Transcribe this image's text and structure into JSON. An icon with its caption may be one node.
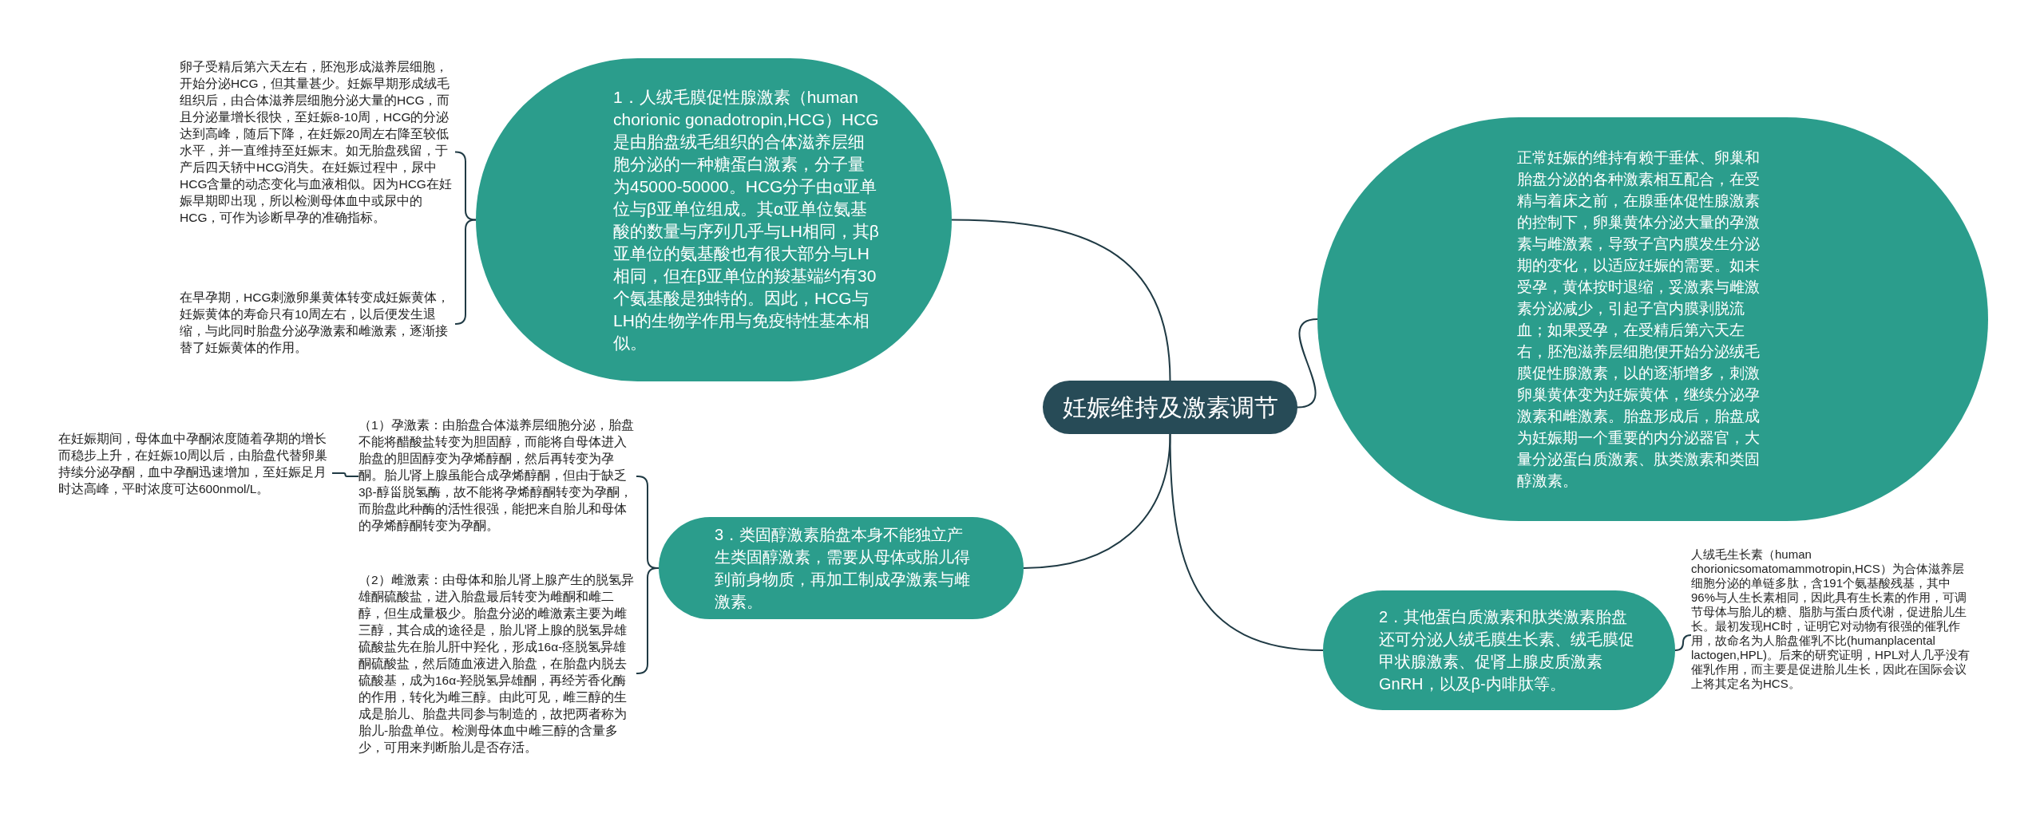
{
  "diagram": {
    "nodes": [
      {
        "text": [
          "妊娠维持及激素调节"
        ]
      },
      {
        "text": [
          "1．人绒毛膜促性腺激素（human chorionic gonadotropin,HCG）HCG是由胎盘绒毛组织的合体滋养层细胞分泌的一种糖蛋白激素，分子量为45000-50000。HCG分子由α亚单位与β亚单位组成。其α亚单位氨基酸的数量与序列几乎与LH相同，其β亚单位的氨基酸也有很大部分与LH相同，但在β亚单位的羧基端约有30个氨基酸是独特的。因此，HCG与LH的生物学作用与免疫特性基本相似。"
        ]
      },
      {
        "text": [
          "正常妊娠的维持有赖于垂体、卵巢和胎盘分泌的各种激素相互配合，在受精与着床之前，在腺垂体促性腺激素的控制下，卵巢黄体分泌大量的孕激素与雌激素，导致子宫内膜发生分泌期的变化，以适应妊娠的需要。如未受孕，黄体按时退缩，妥激素与雌激素分泌减少，引起子宫内膜剥脱流血；如果受孕，在受精后第六天左右，胚泡滋养层细胞便开始分泌绒毛膜促性腺激素，以的逐渐增多，刺激卵巢黄体变为妊娠黄体，继续分泌孕激素和雌激素。胎盘形成后，胎盘成为妊娠期一个重要的内分泌器官，大量分泌蛋白质激素、肽类激素和类固醇激素。"
        ]
      },
      {
        "text": [
          "2．其他蛋白质激素和肽类激素胎盘还可分泌人绒毛膜生长素、绒毛膜促甲状腺激素、促肾上腺皮质激素GnRH，以及β-内啡肽等。"
        ]
      },
      {
        "text": [
          "3．类固醇激素胎盘本身不能独立产生类固醇激素，需要从母体或胎儿得到前身物质，再加工制成孕激素与雌激素。"
        ]
      },
      {
        "text": [
          "卵子受精后第六天左右，胚泡形成滋养层细胞，开始分泌HCG，但其量甚少。妊娠早期形成绒毛组织后，由合体滋养层细胞分泌大量的HCG，而且分泌量增长很快，至妊娠8-10周，HCG的分泌达到高峰，随后下降，在妊娠20周左右降至较低水平，并一直维持至妊娠末。如无胎盘残留，于产后四天轿中HCG消失。在妊娠过程中，尿中HCG含量的动态变化与血液相似。因为HCG在妊娠早期即出现，所以检测母体血中或尿中的HCG，可作为诊断早孕的准确指标。"
        ]
      },
      {
        "text": [
          "在早孕期，HCG刺激卵巢黄体转变成妊娠黄体，妊娠黄体的寿命只有10周左右，以后便发生退缩，与此同时胎盘分泌孕激素和雌激素，逐渐接替了妊娠黄体的作用。"
        ]
      },
      {
        "text": [
          "人绒毛生长素（human chorionicsomatomammotropin,HCS）为合体滋养层细胞分泌的单链多肽，含191个氨基酸残基，其中96%与人生长素相同，因此具有生长素的作用，可调节母体与胎儿的糖、脂肪与蛋白质代谢，促进胎儿生长。最初发现HC时，证明它对动物有很强的催乳作用，故命名为人胎盘催乳不比(humanplacental lactogen,HPL)。后来的研究证明，HPL对人几乎没有催乳作用，而主要是促进胎儿生长，因此在国际会议上将其定名为HCS。"
        ]
      },
      {
        "text": [
          "（1）孕激素：由胎盘合体滋养层细胞分泌，胎盘不能将醋酸盐转变为胆固醇，而能将自母体进入胎盘的胆固醇变为孕烯醇酮，然后再转变为孕酮。胎儿肾上腺虽能合成孕烯醇酮，但由于缺乏3β-醇甾脱氢酶，故不能将孕烯醇酮转变为孕酮，而胎盘此种酶的活性很强，能把来自胎儿和母体的孕烯醇酮转变为孕酮。"
        ]
      },
      {
        "text": [
          "（2）雌激素：由母体和胎儿肾上腺产生的脱氢异雄酮硫酸盐，进入胎盘最后转变为雌酮和雌二醇，但生成量极少。胎盘分泌的雌激素主要为雌三醇，其合成的途径是，胎儿肾上腺的脱氢异雄硫酸盐先在胎儿肝中羟化，形成16α-痉脱氢异雄酮硫酸盐，然后随血液进入胎盘，在胎盘内脱去硫酸基，成为16α-羟脱氢异雄酮，再经芳香化酶的作用，转化为雌三醇。由此可见，雌三醇的生成是胎儿、胎盘共同参与制造的，故把两者称为胎儿-胎盘单位。检测母体血中雌三醇的含量多少，可用来判断胎儿是否存活。"
        ]
      },
      {
        "text": [
          "在妊娠期间，母体血中孕酮浓度随着孕期的增长而稳步上升，在妊娠10周以后，由胎盘代替卵巢持续分泌孕酮，血中孕酮迅速增加，至妊娠足月时达高峰，平时浓度可达600nmol/L。"
        ]
      }
    ],
    "edges": [
      {
        "from": 0,
        "to": 1,
        "arrow": "none"
      },
      {
        "from": 0,
        "to": 2,
        "arrow": "none"
      },
      {
        "from": 0,
        "to": 3,
        "arrow": "none"
      },
      {
        "from": 0,
        "to": 4,
        "arrow": "none"
      },
      {
        "from": 1,
        "to": 5,
        "arrow": "none"
      },
      {
        "from": 1,
        "to": 6,
        "arrow": "none"
      },
      {
        "from": 3,
        "to": 7,
        "arrow": "none"
      },
      {
        "from": 4,
        "to": 8,
        "arrow": "none"
      },
      {
        "from": 4,
        "to": 9,
        "arrow": "none"
      },
      {
        "from": 8,
        "to": 10,
        "arrow": "none"
      }
    ]
  }
}
